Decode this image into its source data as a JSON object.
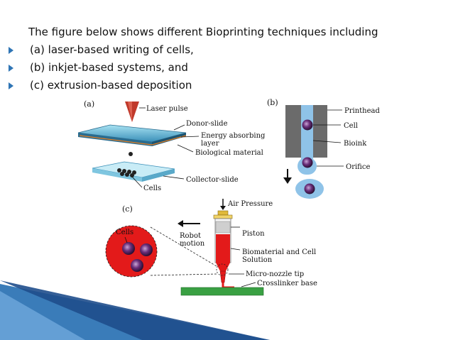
{
  "heading": "The figure below shows different  Bioprinting techniques including",
  "bullets": [
    "(a) laser-based writing of cells,",
    "(b) inkjet-based systems, and",
    "(c) extrusion-based deposition"
  ],
  "panel_a": {
    "tag": "(a)",
    "labels": {
      "laser": "Laser pulse",
      "donor": "Donor-slide",
      "energy1": "Energy absorbing",
      "energy2": "layer",
      "bio": "Biological material",
      "cells": "Cells",
      "collector": "Collector-slide"
    }
  },
  "panel_b": {
    "tag": "(b)",
    "labels": {
      "printhead": "Printhead",
      "cell": "Cell",
      "bioink": "Bioink",
      "orifice": "Orifice"
    }
  },
  "panel_c": {
    "tag": "(c)",
    "labels": {
      "air": "Air Pressure",
      "cells": "Cells",
      "robot1": "Robot",
      "robot2": "motion",
      "piston": "Piston",
      "biomat1": "Biomaterial and Cell",
      "biomat2": "Solution",
      "nozzle": "Micro-nozzle tip",
      "crosslinker": "Crosslinker base"
    }
  },
  "colors": {
    "bullet": "#2f75b5",
    "slide": "#7fd0e8",
    "slide_dark": "#3a8fb8",
    "laser": "#c0392b",
    "cell": "#6a2f7a",
    "bioink": "#8fc3e8",
    "red": "#e31a1a",
    "base": "#3aa043",
    "accent_shape": "#1f4e8c"
  }
}
